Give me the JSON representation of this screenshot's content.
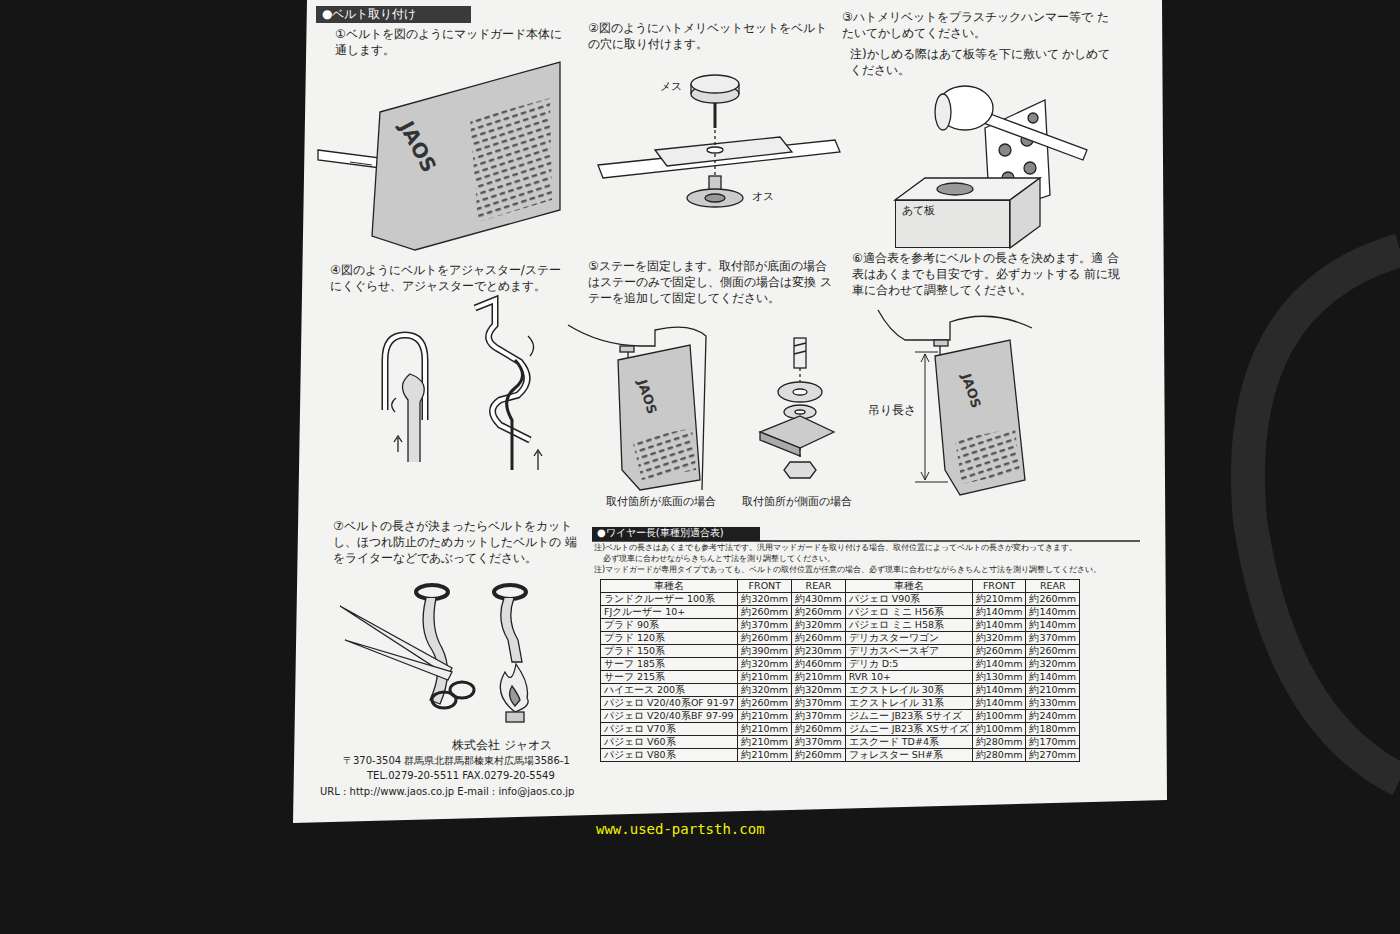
{
  "diagram": {
    "nodes": [
      {
        "text": [
          "●ベルト取り付け"
        ]
      },
      {
        "text": [
          "あて板"
        ]
      },
      {
        "text": [
          "●ワイヤー長(車種別適合表)"
        ]
      }
    ],
    "labels": [
      "①ベルトを図のようにマッドガード本体に 通します。",
      "②図のようにハトメリベットセットをベルト の穴に取り付けます。",
      "③ハトメリベットをプラスチックハンマー等で たたいてかしめてください。",
      "注)かしめる際はあて板等を下に敷いて かしめてください。",
      "メス",
      "オス",
      "④図のようにベルトをアジャスター/ステー にくぐらせ、アジャスターでとめます。",
      "⑤ステーを固定します。取付部が底面の場合 はステーのみで固定し、側面の場合は変換 ステーを追加して固定してください。",
      "取付箇所が底面の場合",
      "取付箇所が側面の場合",
      "⑥適合表を参考にベルトの長さを決めます。適 合表はあくまでも目安です。必ずカットする 前に現車に合わせて調整してください。",
      "吊り長さ",
      "⑦ベルトの長さが決まったらベルトをカット し、ほつれ防止のためカットしたベルトの 端をライターなどであぶってください。",
      "株式会社 ジャオス",
      "〒370-3504 群馬県北群馬郡榛東村広馬場3586-1",
      "TEL.0279-20-5511 FAX.0279-20-5549",
      "URL : http://www.jaos.co.jp E-mail : info@jaos.co.jp",
      "注)ベルトの長さはあくまでも参考寸法です。汎用マッドガードを取り付ける場合、取付位置によってベルトの長さが変わってきます。",
      "必ず現車に合わせながらきちんと寸法を測り調整してください。",
      "注)マッドガードが専用タイプであっても、ベルトの取付位置が任意の場合、必ず現車に合わせながらきちんと寸法を測り調整してください。",
      "車種名",
      "FRONT",
      "REAR",
      "車種名",
      "FRONT",
      "REAR",
      "ランドクルーザー 100系",
      "約320mm",
      "約430mm",
      "パジェロ V90系",
      "約210mm",
      "約260mm",
      "FJクルーザー 10+",
      "約260mm",
      "約260mm",
      "パジェロ ミニ H56系",
      "約140mm",
      "約140mm",
      "プラド 90系",
      "約370mm",
      "約320mm",
      "パジェロ ミニ H58系",
      "約140mm",
      "約140mm",
      "プラド 120系",
      "約260mm",
      "約260mm",
      "デリカスターワゴン",
      "約320mm",
      "約370mm",
      "プラド 150系",
      "約390mm",
      "約230mm",
      "デリカスペースギア",
      "約260mm",
      "約260mm",
      "サーフ 185系",
      "約320mm",
      "約460mm",
      "デリカ D:5",
      "約140mm",
      "約320mm",
      "サーフ 215系",
      "約210mm",
      "約210mm",
      "RVR 10+",
      "約130mm",
      "約140mm",
      "ハイエース 200系",
      "約320mm",
      "約320mm",
      "エクストレイル 30系",
      "約140mm",
      "約210mm",
      "パジェロ V20/40系OF 91-97",
      "約260mm",
      "約370mm",
      "エクストレイル 31系",
      "約140mm",
      "約330mm",
      "パジェロ V20/40系BF 97-99",
      "約210mm",
      "約370mm",
      "ジムニー JB23系 Sサイズ",
      "約100mm",
      "約240mm",
      "パジェロ V70系",
      "約210mm",
      "約260mm",
      "ジムニー JB23系 XSサイズ",
      "約100mm",
      "約180mm",
      "パジェロ V60系",
      "約210mm",
      "約370mm",
      "エスクード TD#4系",
      "約280mm",
      "約170mm",
      "パジェロ V80系",
      "約210mm",
      "約260mm",
      "フォレスター SH#系",
      "約280mm",
      "約270mm",
      "www.used-partsth.com",
      "JAOS",
      "JAOS",
      "JAOS"
    ]
  }
}
